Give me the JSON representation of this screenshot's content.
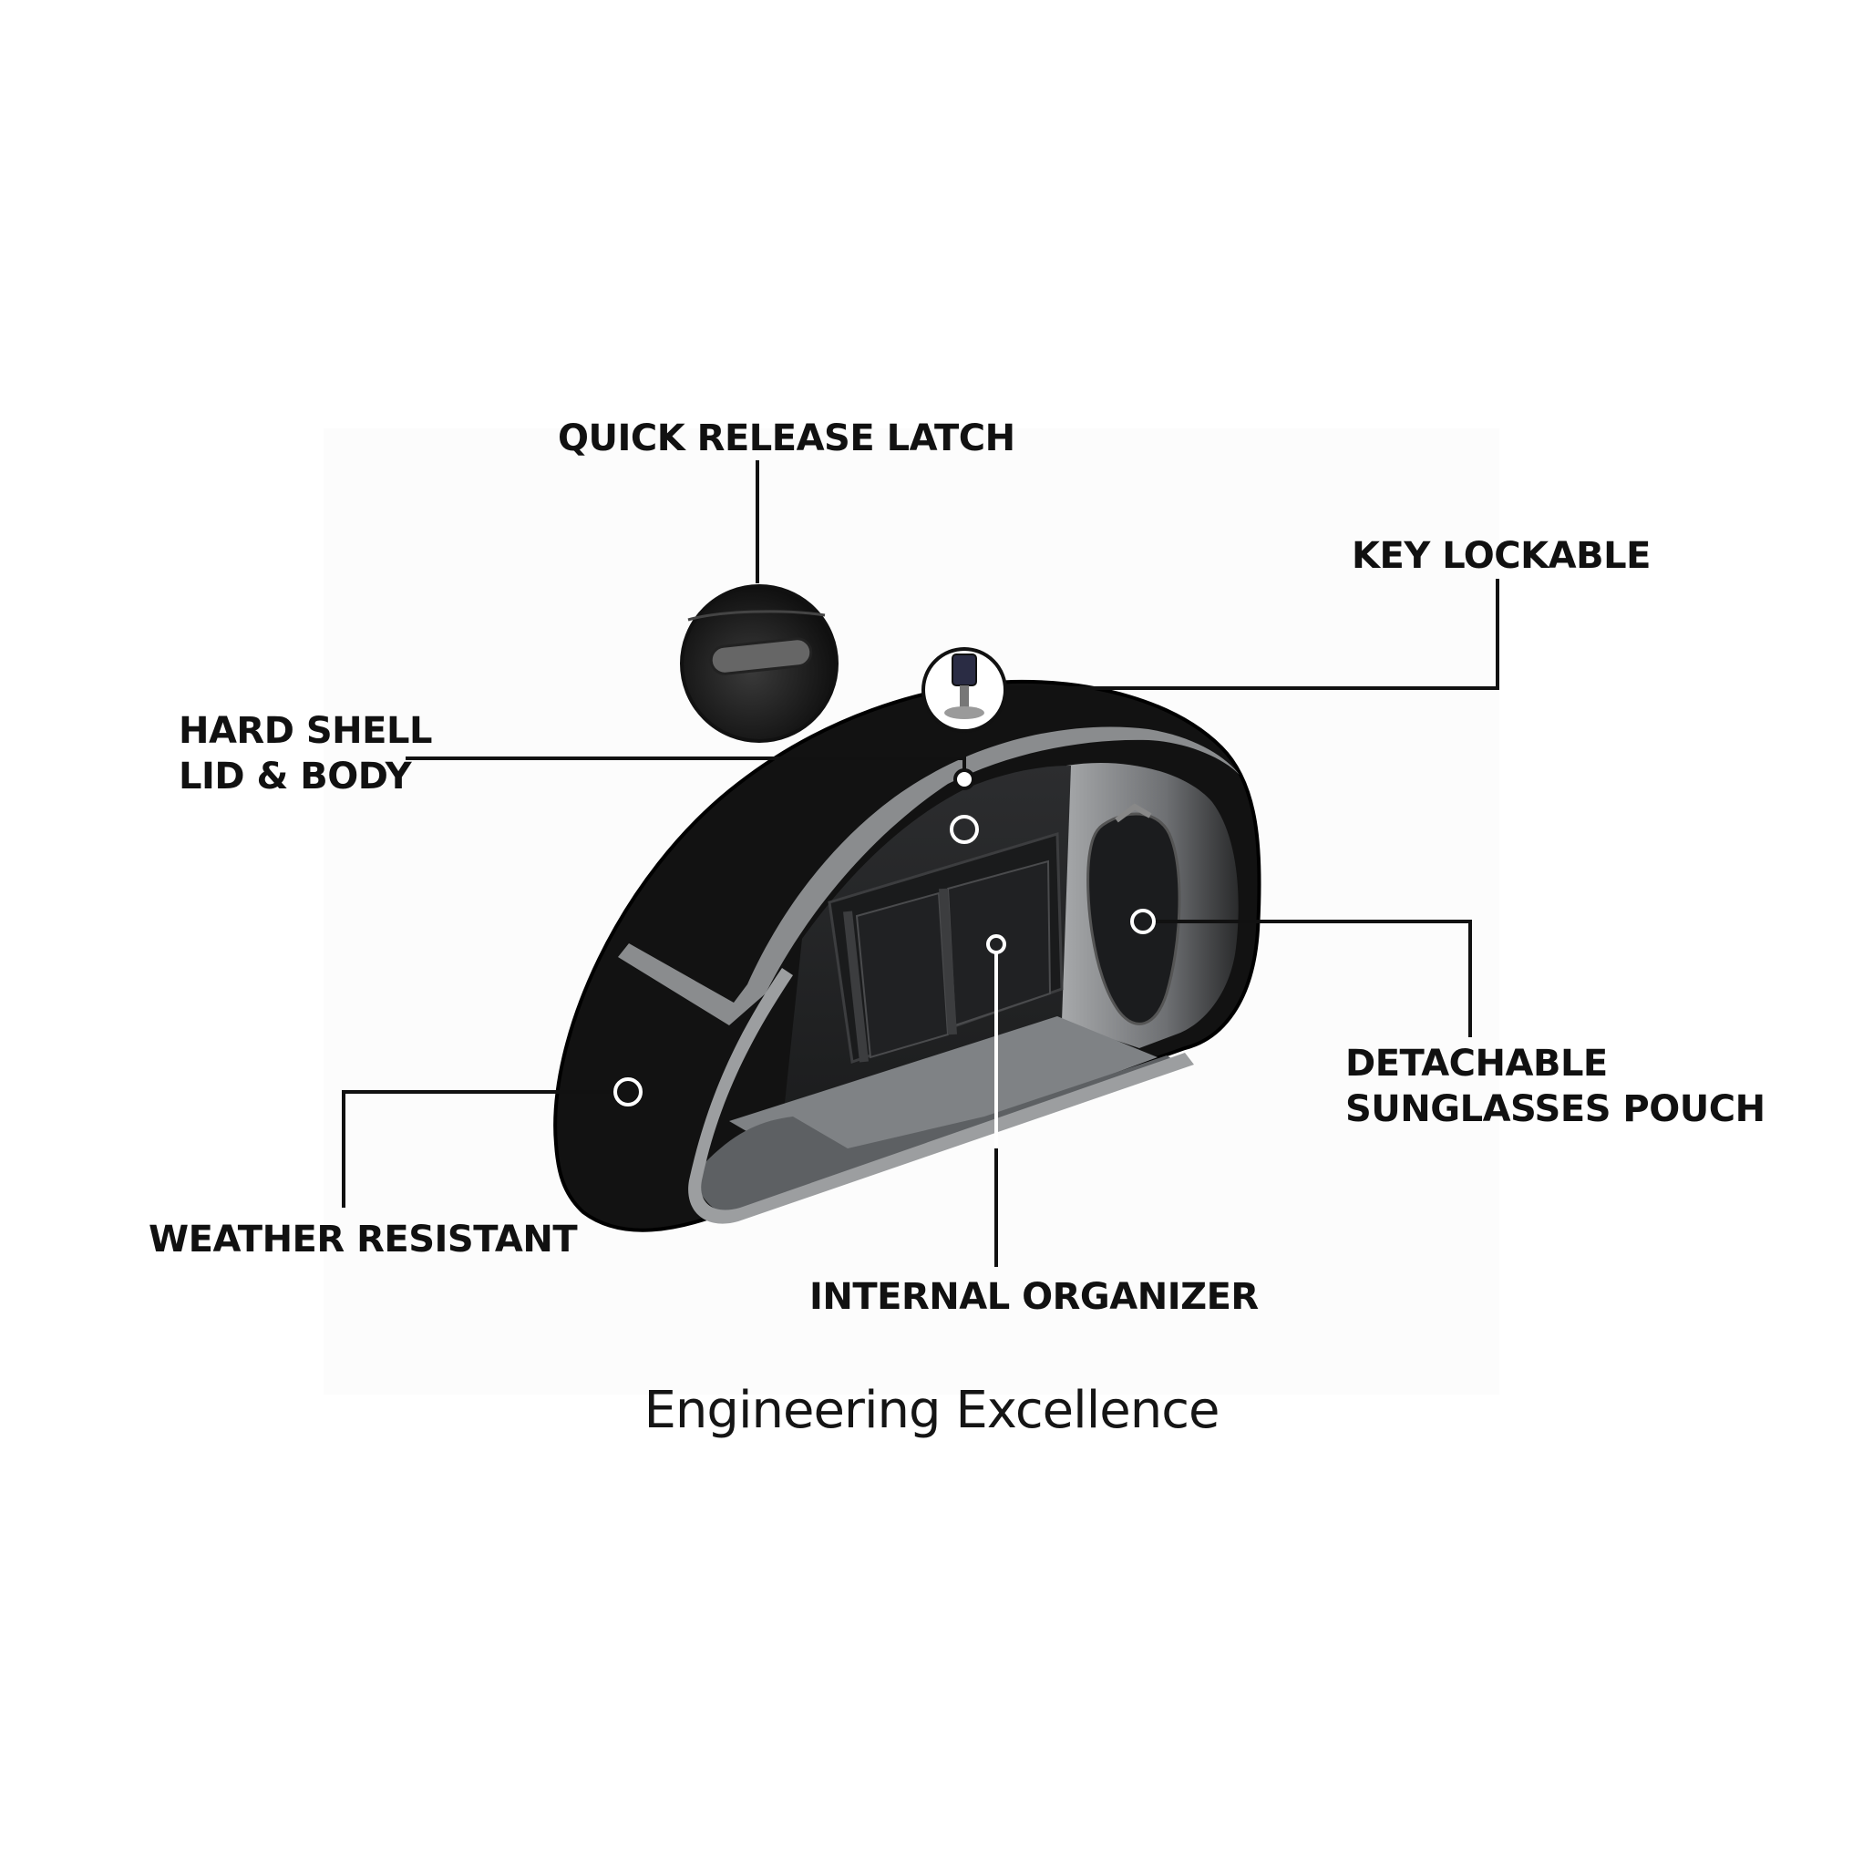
{
  "labels": {
    "quick_release_latch": "QUICK RELEASE LATCH",
    "key_lockable": "KEY LOCKABLE",
    "hard_shell_line1": "HARD SHELL",
    "hard_shell_line2": "LID & BODY",
    "detachable_line1": "DETACHABLE",
    "detachable_line2": "SUNGLASSES POUCH",
    "weather_resistant": "WEATHER RESISTANT",
    "internal_organizer": "INTERNAL ORGANIZER"
  },
  "caption": "Engineering Excellence",
  "colors": {
    "shell": "#121212",
    "trim": "#8a8c8e",
    "interior": "#3a3b3d",
    "floor": "#7f8285",
    "text": "#111111",
    "background": "#ffffff"
  },
  "icons": [
    "latch-detail-icon",
    "key-lock-icon",
    "sunglasses-pouch-icon"
  ]
}
